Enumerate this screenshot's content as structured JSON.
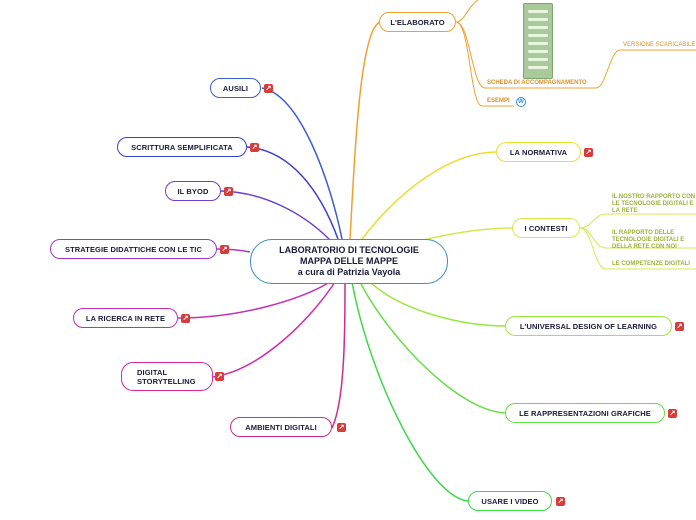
{
  "central": {
    "line1": "LABORATORIO DI TECNOLOGIE",
    "line2": "MAPPA DELLE MAPPE",
    "line3": "a cura di Patrizia Vayola"
  },
  "left_nodes": [
    {
      "label": "AUSILI",
      "color": "#3c5fcf"
    },
    {
      "label": "SCRITTURA SEMPLIFICATA",
      "color": "#3a3fcf"
    },
    {
      "label": "IL BYOD",
      "color": "#6a3fcf"
    },
    {
      "label": "STRATEGIE DIDATTICHE CON LE TIC",
      "color": "#a236c9"
    },
    {
      "label": "LA RICERCA IN RETE",
      "color": "#c22fb7"
    },
    {
      "label": "DIGITAL STORYTELLING",
      "color": "#d42aa8"
    },
    {
      "label": "AMBIENTI DIGITALI",
      "color": "#d02a8c"
    }
  ],
  "right_nodes": [
    {
      "label": "L'ELABORATO",
      "color": "#f0a030"
    },
    {
      "label": "LA NORMATIVA",
      "color": "#e8e030"
    },
    {
      "label": "I CONTESTI",
      "color": "#d8e84a"
    },
    {
      "label": "L'UNIVERSAL DESIGN OF LEARNING",
      "color": "#9ae840"
    },
    {
      "label": "LE RAPPRESENTAZIONI GRAFICHE",
      "color": "#66dd44"
    },
    {
      "label": "USARE I VIDEO",
      "color": "#3ed84a"
    }
  ],
  "elaborato_children": {
    "scheda": "SCHEDA DI ACCOMPAGNAMENTO",
    "versione": "VERSIONE SCARICABILE",
    "esempi": "ESEMPI"
  },
  "contesti_children": {
    "rapporto_con": "IL NOSTRO RAPPORTO CON LE TECNOLOGIE DIGITALI E LA RETE",
    "rapporto_delle": "IL RAPPORTO DELLE TECNOLOGIE DIGITALI E DELLA RETE CON NOI",
    "competenze": "LE COMPETENZE DIGITALI"
  },
  "icons": {
    "link": "link-icon",
    "wordpress": "wordpress-icon",
    "thumbnail": "document-thumbnail"
  }
}
